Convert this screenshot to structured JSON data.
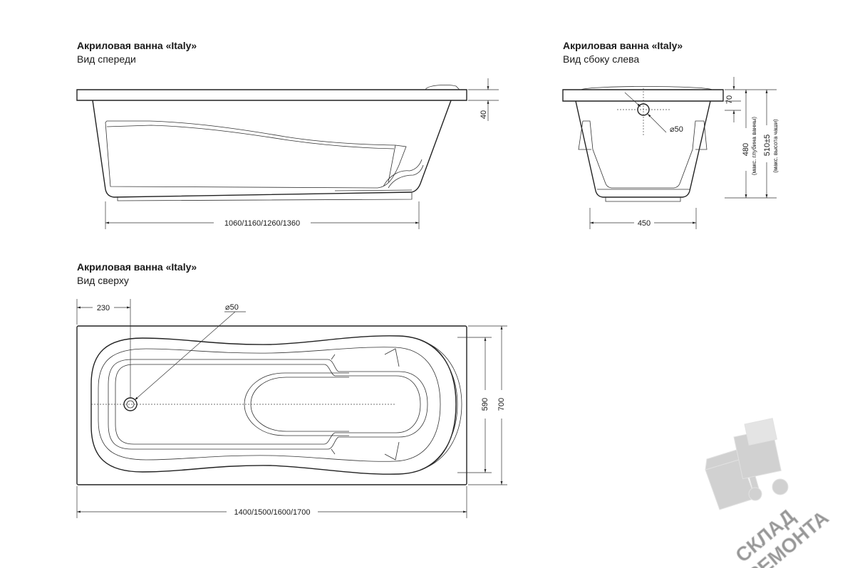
{
  "views": {
    "front": {
      "title": "Акриловая ванна «Italy»",
      "subtitle": "Вид спереди",
      "dims": {
        "length": "1060/1160/1260/1360",
        "rim": "40"
      }
    },
    "side": {
      "title": "Акриловая ванна «Italy»",
      "subtitle": "Вид сбоку слева",
      "dims": {
        "drain": "⌀50",
        "width": "450",
        "rim": "70",
        "depth": "480",
        "depth_note": "(макс. глубина ванны)",
        "height": "510±5",
        "height_note": "(макс. высота чаши)"
      }
    },
    "top": {
      "title": "Акриловая ванна «Italy»",
      "subtitle": "Вид сверху",
      "dims": {
        "drain_offset": "230",
        "drain": "⌀50",
        "inner_width": "590",
        "outer_width": "700",
        "length": "1400/1500/1600/1700"
      }
    }
  },
  "watermark": {
    "line1": "СКЛАД",
    "line2": "РЕМОНТА"
  }
}
